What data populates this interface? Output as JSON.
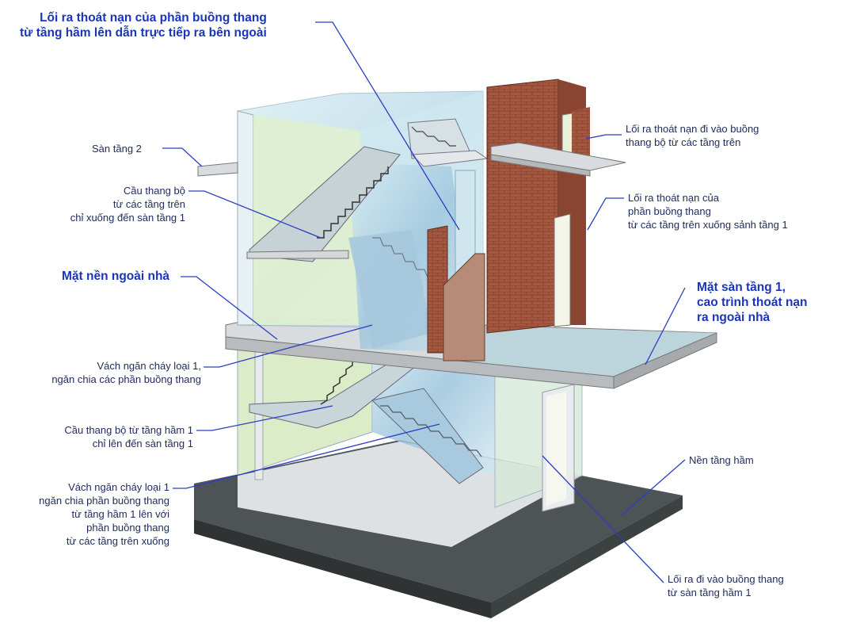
{
  "colors": {
    "leader": "#2a3fc4",
    "glass": "#b6dbe7",
    "wall_tint": "#e3f0cd",
    "brick": "#a5583f",
    "slab": "#dfe3e6",
    "ground": "#555a5c"
  },
  "labels": {
    "top_exit": [
      "Lối ra thoát nạn của phần buồng thang",
      "từ tầng hầm lên dẫn trực tiếp ra bên ngoài"
    ],
    "floor2": [
      "Sàn tầng 2"
    ],
    "upper_stair": [
      "Cầu thang bộ",
      "từ các tầng trên",
      "chỉ xuống đến sàn tầng 1"
    ],
    "outside_ground": [
      "Mặt nền ngoài nhà"
    ],
    "firewall_1": [
      "Vách ngăn cháy loại 1,",
      "ngăn chia các phần buồng thang"
    ],
    "basement_stair": [
      "Cầu thang bộ từ tầng hầm 1",
      "chỉ lên đến sàn tầng 1"
    ],
    "firewall_2": [
      "Vách ngăn cháy loại 1",
      "ngăn chia phần buồng thang",
      "từ tầng hầm 1 lên với",
      "phần buồng thang",
      "từ các tầng trên xuống"
    ],
    "exit_upper_in": [
      "Lối ra thoát nạn đi vào buồng",
      "thang bộ từ các tầng trên"
    ],
    "exit_upper_down": [
      "Lối ra thoát nạn của",
      "phần buồng thang",
      "từ các tầng trên xuống sảnh tầng 1"
    ],
    "floor1": [
      "Mặt sàn tầng 1,",
      "cao trình thoát nạn",
      "ra ngoài nhà"
    ],
    "basement_floor": [
      "Nền tầng hầm"
    ],
    "basement_exit": [
      "Lối ra đi vào buồng thang",
      "từ sàn tầng hầm 1"
    ]
  }
}
